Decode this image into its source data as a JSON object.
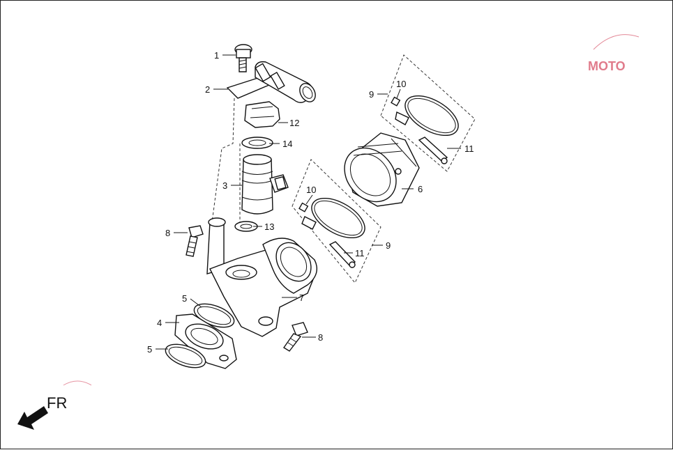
{
  "diagram": {
    "labels": {
      "p1": "1",
      "p2": "2",
      "p3": "3",
      "p4": "4",
      "p5a": "5",
      "p5b": "5",
      "p6": "6",
      "p7": "7",
      "p8a": "8",
      "p8b": "8",
      "p9a": "9",
      "p9b": "9",
      "p10a": "10",
      "p10b": "10",
      "p11a": "11",
      "p11b": "11",
      "p12": "12",
      "p13": "13",
      "p14": "14"
    },
    "direction": "FR",
    "watermark": "MOTO"
  },
  "colors": {
    "line": "#111111",
    "watermark": "#c8102e"
  }
}
